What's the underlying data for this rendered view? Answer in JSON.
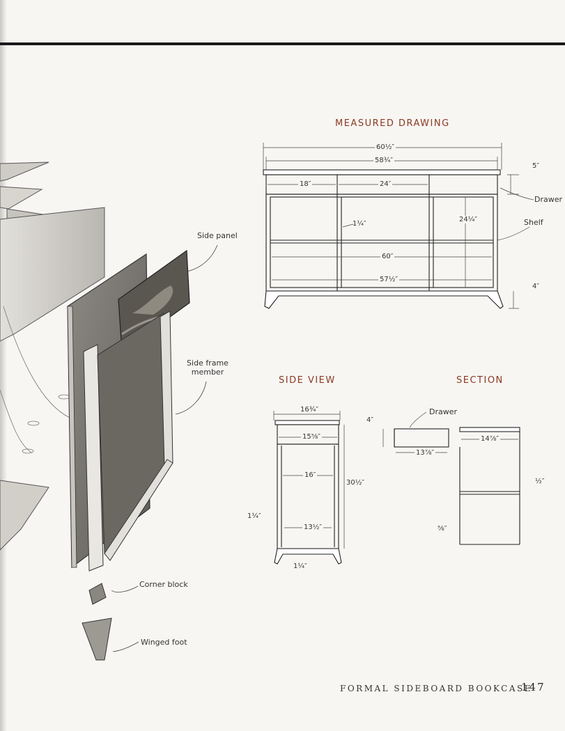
{
  "titles": {
    "measured": "MEASURED DRAWING",
    "side_view": "SIDE VIEW",
    "section": "SECTION"
  },
  "callouts": {
    "side_panel": "Side panel",
    "side_frame_member": "Side frame member",
    "corner_block": "Corner block",
    "winged_foot": "Winged foot"
  },
  "measured": {
    "overall_width": "60½″",
    "case_width": "58¾″",
    "left_drawer": "18″",
    "center_drawer": "24″",
    "top_height": "5″",
    "drawer_label": "Drawer",
    "opening_height": "24¼″",
    "shelf_label": "Shelf",
    "divider": "1¼″",
    "shelf_width": "60″",
    "bottom_width": "57½″",
    "base_height": "4″"
  },
  "side_view": {
    "top_depth": "16¾″",
    "drawer_depth": "15⅝″",
    "inner_depth": "16″",
    "height": "30½″",
    "stile": "1¼″",
    "bottom_depth": "13½″",
    "foot": "1¼″"
  },
  "section": {
    "drawer_label": "Drawer",
    "drawer_height": "4″",
    "drawer_depth": "13⅞″",
    "shelf_depth": "14⅞″",
    "shelf_thick": "½″",
    "panel_thick": "⅝″"
  },
  "footer": {
    "text": "FORMAL SIDEBOARD BOOKCASE",
    "page": "147"
  }
}
